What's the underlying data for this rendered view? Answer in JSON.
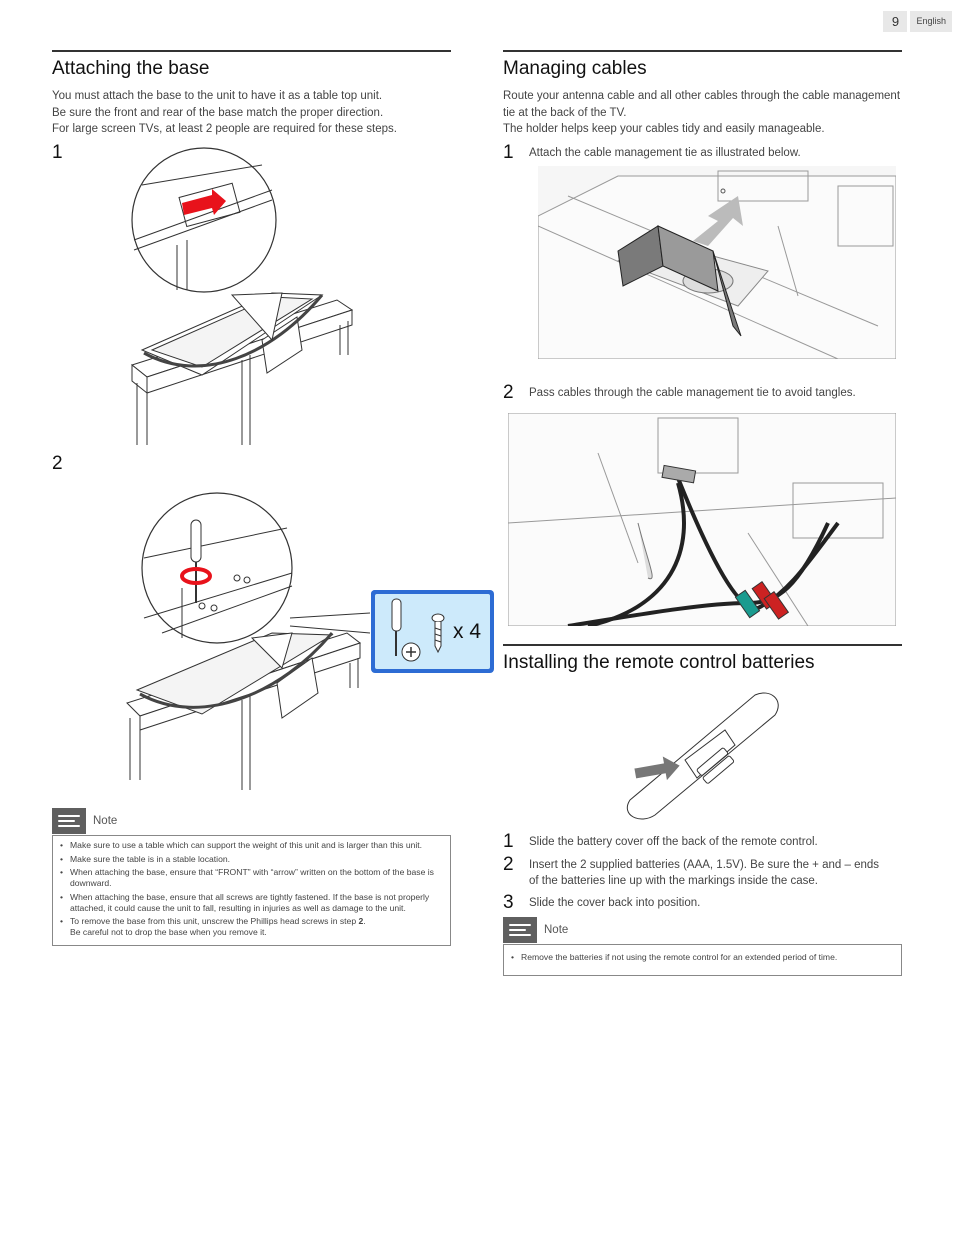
{
  "header": {
    "page_number": "9",
    "language": "English"
  },
  "left": {
    "title": "Attaching the base",
    "intro": [
      "You must attach the base to the unit to have it as a table top unit.",
      "Be sure the front and rear of the base match the proper direction.",
      "For large screen TVs, at least 2 people are required for these steps."
    ],
    "step1": "1",
    "step2": "2",
    "screw_count": "x 4",
    "note_label": "Note",
    "notes": [
      "Make sure to use a table which can support the weight of this unit and is larger than this unit.",
      "Make sure the table is in a stable location.",
      "When attaching the base, ensure that “FRONT” with “arrow” written on the bottom of the base is downward.",
      "When attaching the base, ensure that all screws are tightly fastened. If the base is not properly attached, it could cause the unit to fall, resulting in injuries as well as damage to the unit."
    ],
    "last_note_a": "To remove the base from this unit, unscrew the Phillips head screws in step ",
    "last_note_step": "2",
    "last_note_b": ".",
    "last_note_c": "Be careful not to drop the base when you remove it."
  },
  "right": {
    "cables_title": "Managing cables",
    "cables_intro": [
      "Route your antenna cable and all other cables through the cable management tie at the back of the TV.",
      "The holder helps keep your cables tidy and easily manageable."
    ],
    "cable_steps": [
      {
        "num": "1",
        "text": "Attach the cable management tie as illustrated below."
      },
      {
        "num": "2",
        "text": "Pass cables through the cable management tie to avoid tangles."
      }
    ],
    "batteries_title": "Installing the remote control batteries",
    "battery_steps": [
      {
        "num": "1",
        "text": "Slide the battery cover off the back of the remote control."
      },
      {
        "num": "2",
        "text": "Insert the 2 supplied batteries (AAA, 1.5V). Be sure the + and – ends of the batteries line up with the markings inside the case."
      },
      {
        "num": "3",
        "text": "Slide the cover back into position."
      }
    ],
    "note_label": "Note",
    "notes": [
      "Remove the batteries if not using the remote control for an extended period of time."
    ]
  }
}
